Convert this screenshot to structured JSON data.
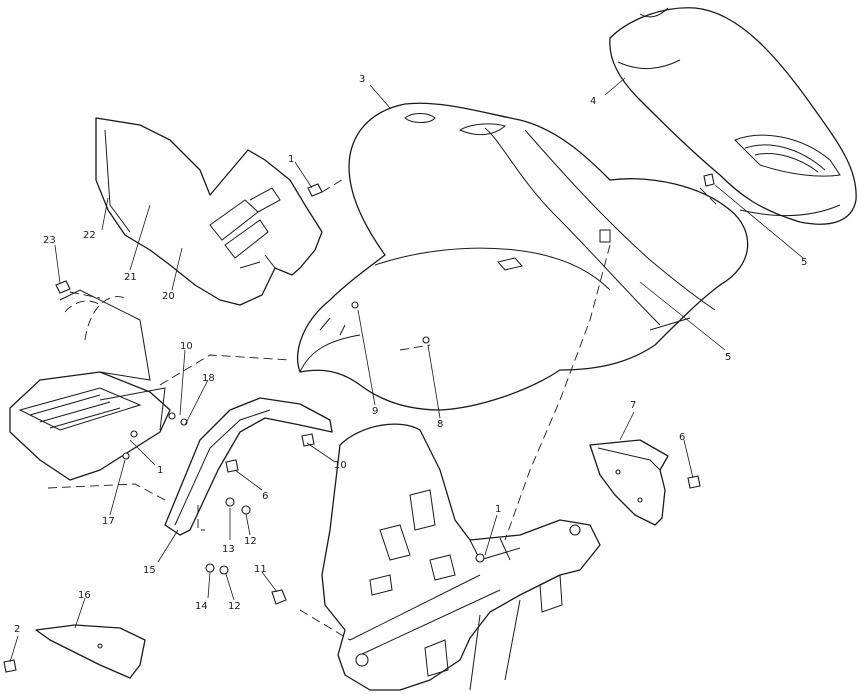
{
  "callouts": [
    {
      "id": "c1a",
      "text": "1"
    },
    {
      "id": "c1b",
      "text": "1"
    },
    {
      "id": "c1c",
      "text": "1"
    },
    {
      "id": "c2",
      "text": "2"
    },
    {
      "id": "c3",
      "text": "3"
    },
    {
      "id": "c4",
      "text": "4"
    },
    {
      "id": "c5a",
      "text": "5"
    },
    {
      "id": "c5b",
      "text": "5"
    },
    {
      "id": "c6a",
      "text": "6"
    },
    {
      "id": "c6b",
      "text": "6"
    },
    {
      "id": "c7",
      "text": "7"
    },
    {
      "id": "c8",
      "text": "8"
    },
    {
      "id": "c9",
      "text": "9"
    },
    {
      "id": "c10a",
      "text": "10"
    },
    {
      "id": "c10b",
      "text": "10"
    },
    {
      "id": "c11",
      "text": "11"
    },
    {
      "id": "c12a",
      "text": "12"
    },
    {
      "id": "c12b",
      "text": "12"
    },
    {
      "id": "c13",
      "text": "13"
    },
    {
      "id": "c14",
      "text": "14"
    },
    {
      "id": "c15",
      "text": "15"
    },
    {
      "id": "c16",
      "text": "16"
    },
    {
      "id": "c17",
      "text": "17"
    },
    {
      "id": "c18",
      "text": "18"
    },
    {
      "id": "c20",
      "text": "20"
    },
    {
      "id": "c21",
      "text": "21"
    },
    {
      "id": "c22",
      "text": "22"
    },
    {
      "id": "c23",
      "text": "23"
    }
  ]
}
